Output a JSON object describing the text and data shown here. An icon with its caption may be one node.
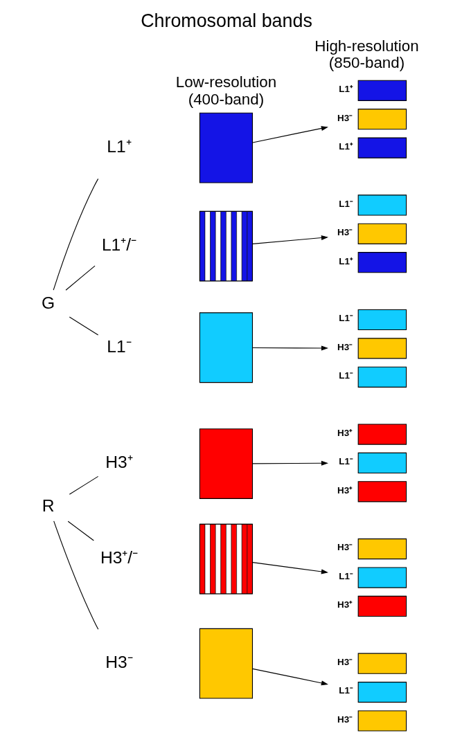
{
  "diagram": {
    "title": "Chromosomal bands",
    "nodes": [
      {
        "text": [
          "G"
        ]
      },
      {
        "text": [
          "L1⁺"
        ]
      },
      {
        "text": [],
        "shape": "box"
      },
      {
        "text": [],
        "shape": "bar",
        "beside": [
          "L1⁺"
        ]
      },
      {
        "text": [],
        "shape": "bar",
        "beside": [
          "H3⁻"
        ]
      },
      {
        "text": [],
        "shape": "bar",
        "beside": [
          "L1⁺"
        ]
      },
      {
        "text": [
          "L1⁺/⁻"
        ]
      },
      {
        "text": [],
        "shape": "box"
      },
      {
        "text": [],
        "shape": "bar",
        "beside": [
          "L1⁻"
        ]
      },
      {
        "text": [],
        "shape": "bar",
        "beside": [
          "H3⁻"
        ]
      },
      {
        "text": [],
        "shape": "bar",
        "beside": [
          "L1⁺"
        ]
      },
      {
        "text": [
          "L1⁻"
        ]
      },
      {
        "text": [],
        "shape": "box"
      },
      {
        "text": [],
        "shape": "bar",
        "beside": [
          "L1⁻"
        ]
      },
      {
        "text": [],
        "shape": "bar",
        "beside": [
          "H3⁻"
        ]
      },
      {
        "text": [],
        "shape": "bar",
        "beside": [
          "L1⁻"
        ]
      },
      {
        "text": [
          "R"
        ]
      },
      {
        "text": [
          "H3⁺"
        ]
      },
      {
        "text": [],
        "shape": "box"
      },
      {
        "text": [],
        "shape": "bar",
        "beside": [
          "H3⁺"
        ]
      },
      {
        "text": [],
        "shape": "bar",
        "beside": [
          "L1⁻"
        ]
      },
      {
        "text": [],
        "shape": "bar",
        "beside": [
          "H3⁺"
        ]
      },
      {
        "text": [
          "H3⁺/⁻"
        ]
      },
      {
        "text": [],
        "shape": "box"
      },
      {
        "text": [],
        "shape": "bar",
        "beside": [
          "H3⁻"
        ]
      },
      {
        "text": [],
        "shape": "bar",
        "beside": [
          "L1⁻"
        ]
      },
      {
        "text": [],
        "shape": "bar",
        "beside": [
          "H3⁺"
        ]
      },
      {
        "text": [
          "H3⁻"
        ]
      },
      {
        "text": [],
        "shape": "box"
      },
      {
        "text": [],
        "shape": "bar",
        "beside": [
          "H3⁻"
        ]
      },
      {
        "text": [],
        "shape": "bar",
        "beside": [
          "L1⁻"
        ]
      },
      {
        "text": [],
        "shape": "bar",
        "beside": [
          "H3⁻"
        ]
      }
    ],
    "edges": [
      {
        "from": 0,
        "to": 1,
        "arrow": "none"
      },
      {
        "from": 0,
        "to": 6,
        "arrow": "none"
      },
      {
        "from": 0,
        "to": 11,
        "arrow": "none"
      },
      {
        "from": 2,
        "to": 4,
        "arrow": "to"
      },
      {
        "from": 7,
        "to": 9,
        "arrow": "to"
      },
      {
        "from": 12,
        "to": 14,
        "arrow": "to"
      },
      {
        "from": 16,
        "to": 17,
        "arrow": "none"
      },
      {
        "from": 16,
        "to": 22,
        "arrow": "none"
      },
      {
        "from": 16,
        "to": 27,
        "arrow": "none"
      },
      {
        "from": 18,
        "to": 20,
        "arrow": "to"
      },
      {
        "from": 23,
        "to": 25,
        "arrow": "to"
      },
      {
        "from": 28,
        "to": 30,
        "arrow": "to"
      }
    ],
    "labels": [
      "Low-resolution (400-band)",
      "High-resolution (850-band)"
    ]
  }
}
